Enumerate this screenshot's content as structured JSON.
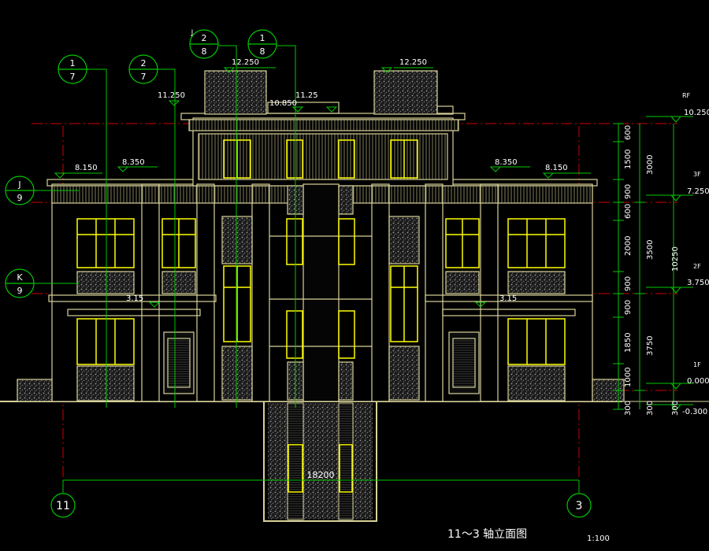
{
  "drawing": {
    "title": "11～3 轴立面图",
    "scale": "1:100",
    "colors": {
      "background": "#000000",
      "wall": "#d8d39a",
      "window": "#ffff00",
      "leader": "#00c800",
      "axis": "#d00000",
      "text": "#ffffff",
      "hatch": "#8a8a8a"
    }
  },
  "axes": {
    "left": "11",
    "right": "3",
    "overall_dimension": "18200"
  },
  "callouts": [
    {
      "top": "1",
      "bottom": "7"
    },
    {
      "top": "2",
      "bottom": "7"
    },
    {
      "top": "J",
      "bottom": "9"
    },
    {
      "top": "K",
      "bottom": "9"
    },
    {
      "top": "2",
      "bottom": "8",
      "pre": "J"
    },
    {
      "top": "1",
      "bottom": "8"
    }
  ],
  "elevations": {
    "roof_left": "12.250",
    "roof_right": "12.250",
    "e_11250": "11.250",
    "e_10850": "10.850",
    "e_1125": "11.25",
    "left_8150": "8.150",
    "left_8350": "8.350",
    "right_8350": "8.350",
    "right_8150": "8.150",
    "canopy_left": "3.15",
    "canopy_right": "3.15"
  },
  "levels": [
    {
      "name": "RF",
      "value": "10.250"
    },
    {
      "name": "3F",
      "value": "7.250"
    },
    {
      "name": "2F",
      "value": "3.750"
    },
    {
      "name": "1F",
      "value": "0.000"
    },
    {
      "name": "",
      "value": "-0.300"
    }
  ],
  "dims_inner": [
    "600",
    "1500",
    "900",
    "600",
    "2000",
    "900",
    "900",
    "1850",
    "1000",
    "300"
  ],
  "dims_middle": [
    "3000",
    "3500",
    "3750",
    "300"
  ],
  "dims_outer": [
    "10250",
    "300"
  ]
}
